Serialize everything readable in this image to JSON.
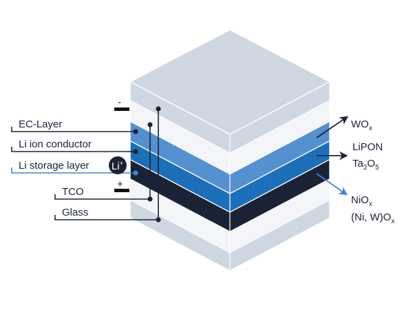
{
  "diagram": {
    "type": "electrochromic-layer-stack",
    "colors": {
      "glass": "#cfd8e2",
      "tco": "#f3f5f9",
      "ec_layer": "#5590cf",
      "ion_conductor": "#1c6fb8",
      "storage_layer": "#1a2336",
      "line_dark": "#1a2336",
      "line_blue": "#3f86cf",
      "text": "#1a2233"
    },
    "layers_top_to_bottom": [
      "Glass",
      "TCO",
      "EC-Layer",
      "Li ion conductor",
      "Li storage layer",
      "TCO",
      "Glass"
    ],
    "left_labels": [
      {
        "text": "EC-Layer"
      },
      {
        "text": "Li ion conductor"
      },
      {
        "text": "Li storage layer"
      },
      {
        "text": "TCO"
      },
      {
        "text": "Glass"
      }
    ],
    "polarity": {
      "negative": "-",
      "positive": "+"
    },
    "ion_badge": {
      "base": "Li",
      "sup": "+"
    },
    "right_labels": {
      "ec": {
        "base": "WO",
        "sub": "x"
      },
      "conductor_1": {
        "text": "LiPON"
      },
      "conductor_2": {
        "parts": [
          "Ta",
          "2",
          "O",
          "5"
        ]
      },
      "storage_1": {
        "base": "NiO",
        "sub": "x"
      },
      "storage_2": {
        "base": "(Ni, W)O",
        "sub": "x"
      }
    }
  }
}
